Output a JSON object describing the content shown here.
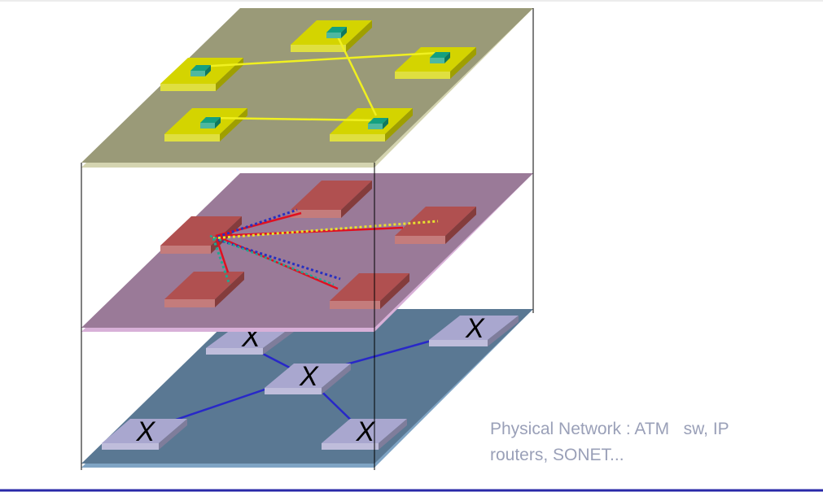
{
  "colors": {
    "top_plane": "#9a9a78",
    "middle_plane": "#9a7a98",
    "bottom_plane": "#5a7893",
    "yellow_node": "#d4d400",
    "green_chip": "#14a080",
    "red_node": "#b05050",
    "switch_node": "#a9a7cf",
    "divider_line": "#2828a8"
  },
  "icons": {
    "switch_node_glyph": "X"
  },
  "switch_nodes": [
    {
      "name": "switch-node-back-left",
      "label": "X"
    },
    {
      "name": "switch-node-back-right",
      "label": "X"
    },
    {
      "name": "switch-node-center",
      "label": "X"
    },
    {
      "name": "switch-node-front-left",
      "label": "X"
    },
    {
      "name": "switch-node-front-right",
      "label": "X"
    }
  ],
  "caption": {
    "line1": "Physical Network : ATM   sw, IP",
    "line2": "routers, SONET..."
  }
}
